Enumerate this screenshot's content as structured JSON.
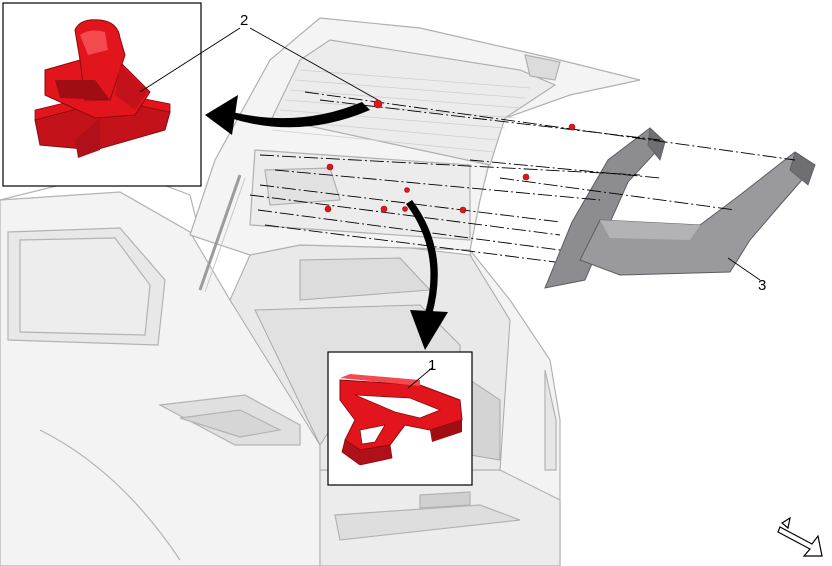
{
  "callouts": [
    {
      "id": "1",
      "label": "1"
    },
    {
      "id": "2",
      "label": "2"
    },
    {
      "id": "3",
      "label": "3"
    }
  ],
  "colors": {
    "part_red": "#e2141c",
    "part_red_dark": "#a00d12",
    "trim_gray": "#8e8e92",
    "trim_dark": "#5d5d61",
    "car_light": "#f2f2f2",
    "car_line": "#b9b9b9",
    "arrow": "#000000"
  },
  "icons": {
    "orientation_arrow": "direction-arrow-icon"
  }
}
